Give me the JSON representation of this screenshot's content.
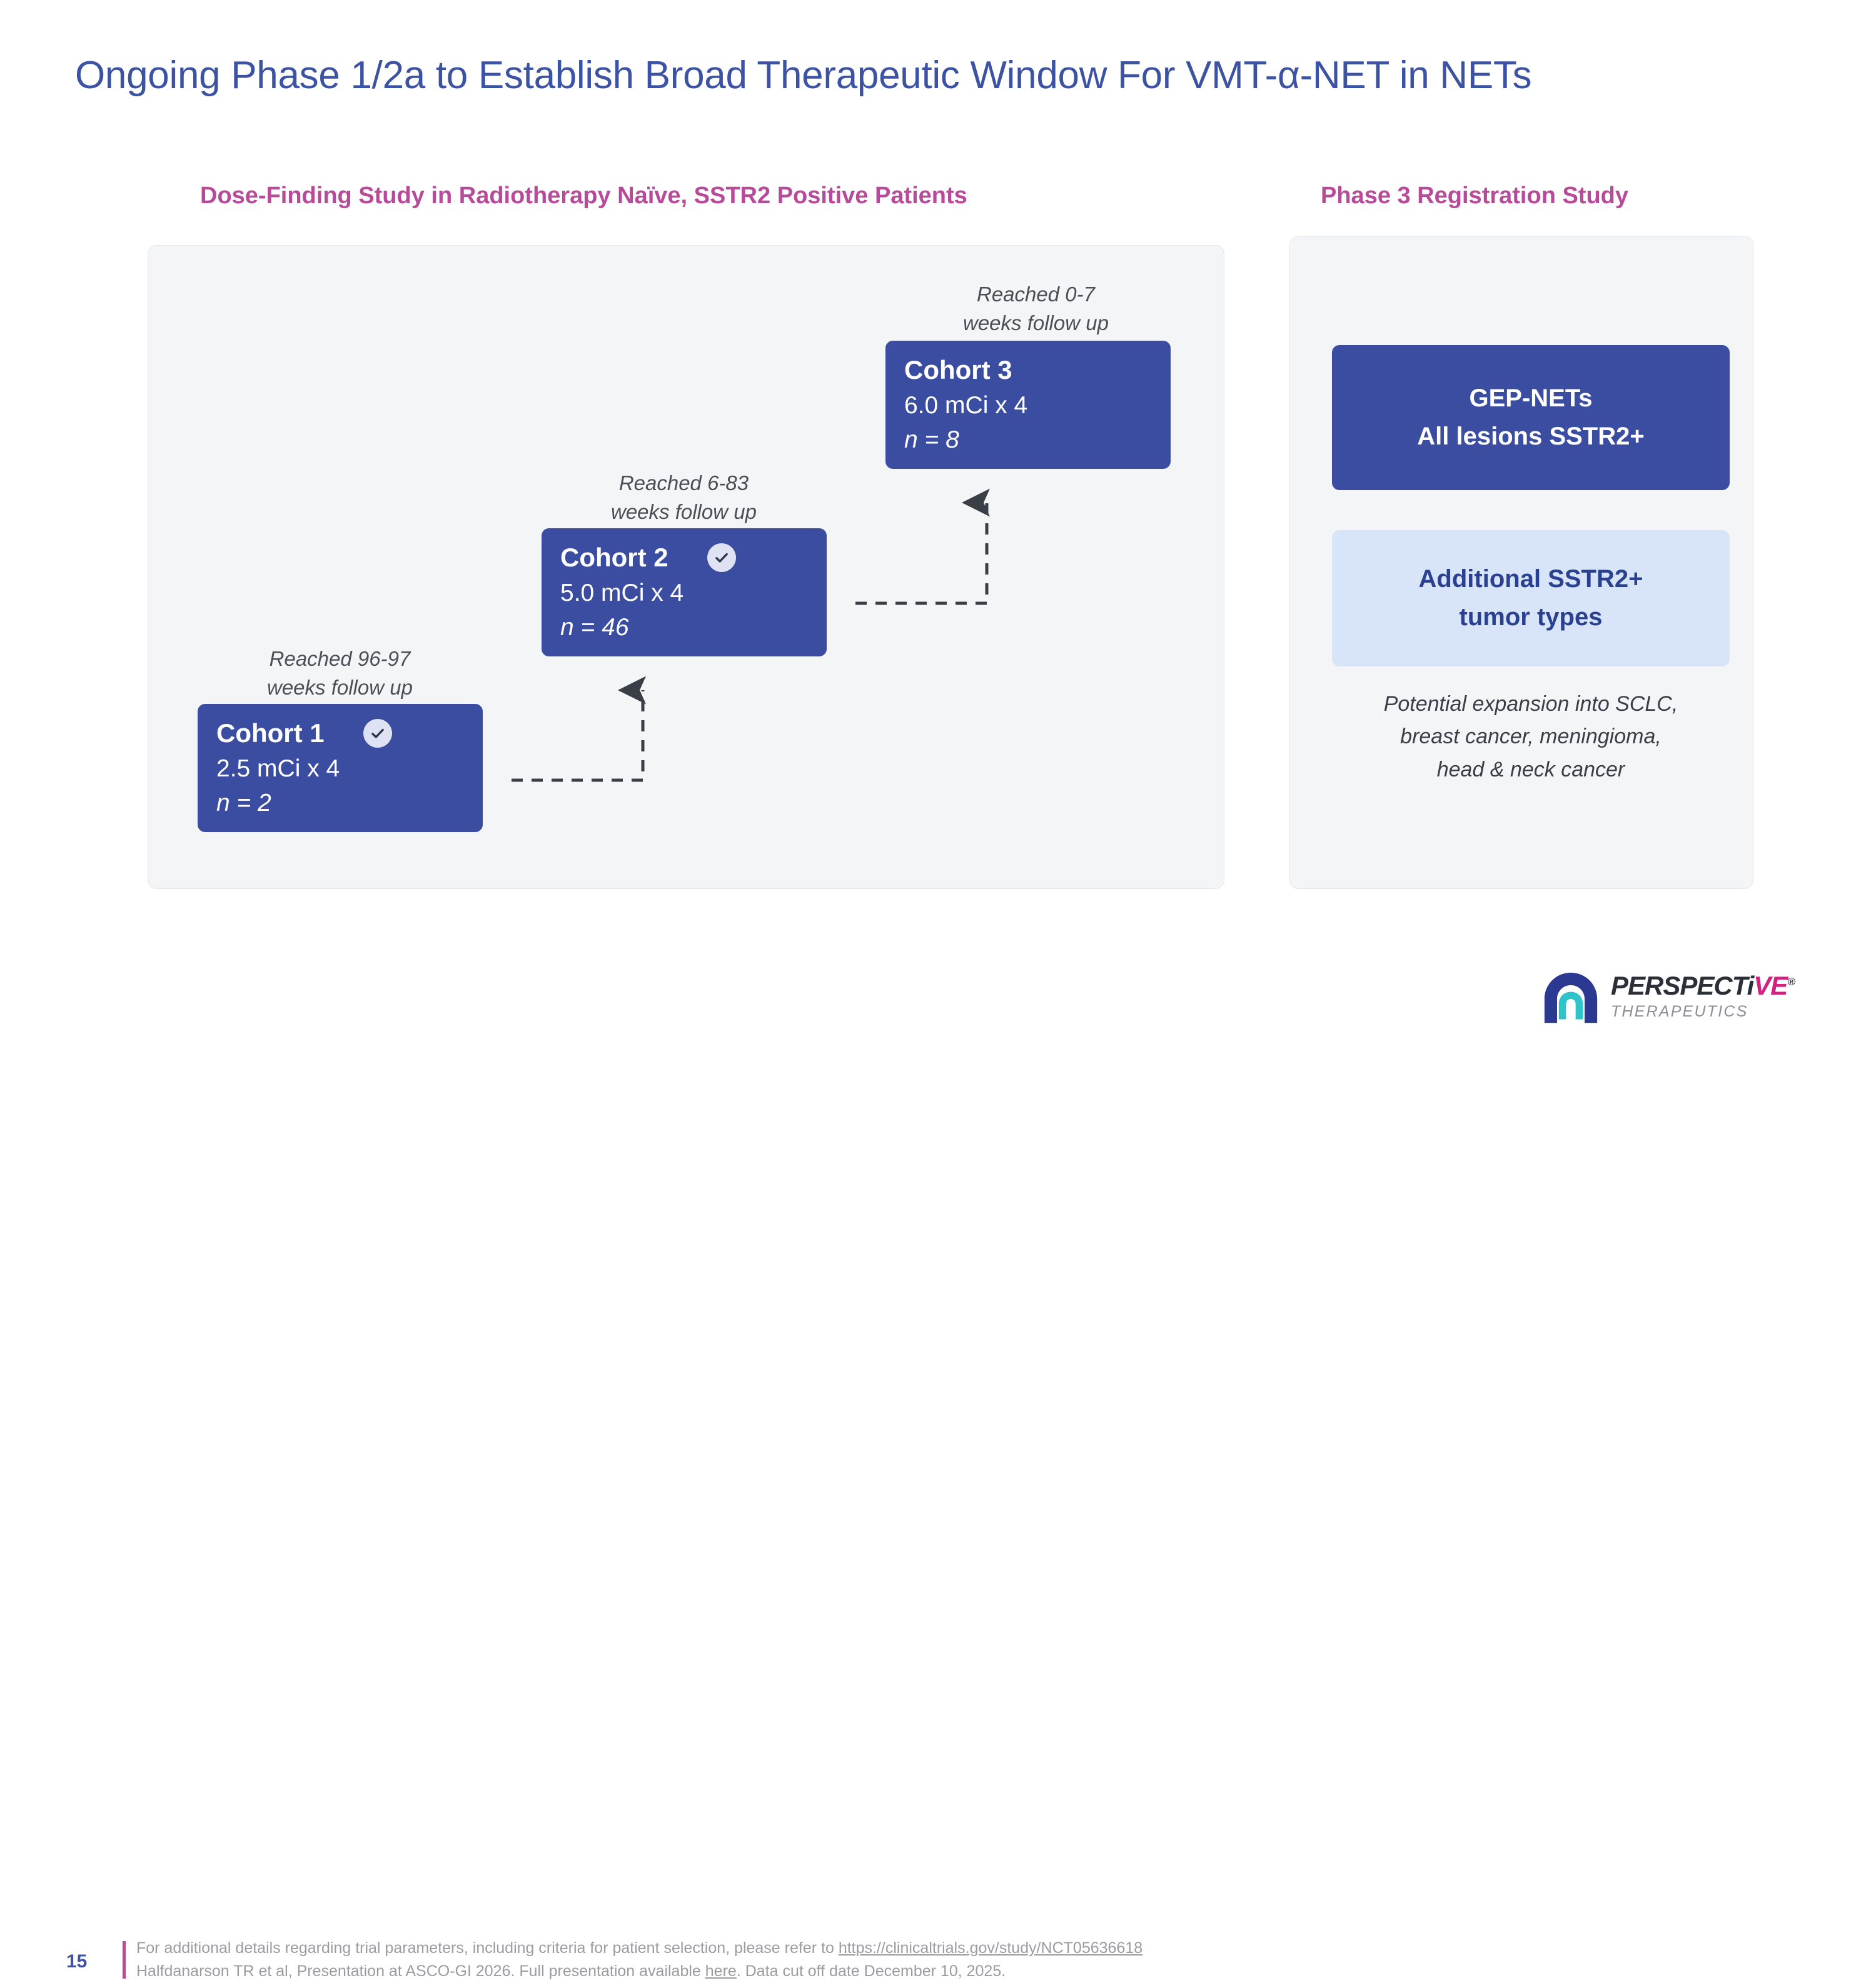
{
  "slide": {
    "title": "Ongoing Phase 1/2a to Establish Broad Therapeutic Window For VMT-α-NET in NETs",
    "page_number": "15"
  },
  "sections": {
    "left_header": "Dose-Finding Study in Radiotherapy Naïve, SSTR2 Positive Patients",
    "right_header": "Phase 3 Registration Study"
  },
  "cohorts": [
    {
      "followup_line1": "Reached 96-97",
      "followup_line2": "weeks follow up",
      "title": "Cohort 1",
      "dose": "2.5 mCi x 4",
      "n": "n = 2",
      "completed": true
    },
    {
      "followup_line1": "Reached 6-83",
      "followup_line2": "weeks follow up",
      "title": "Cohort 2",
      "dose": "5.0 mCi x 4",
      "n": "n = 46",
      "completed": true
    },
    {
      "followup_line1": "Reached 0-7",
      "followup_line2": "weeks follow up",
      "title": "Cohort 3",
      "dose": "6.0 mCi x 4",
      "n": "n = 8",
      "completed": false
    }
  ],
  "registration": {
    "primary_line1": "GEP-NETs",
    "primary_line2": "All lesions SSTR2+",
    "secondary_line1": "Additional SSTR2+",
    "secondary_line2": "tumor types",
    "note_line1": "Potential expansion into SCLC,",
    "note_line2": "breast cancer, meningioma,",
    "note_line3": "head & neck cancer"
  },
  "footer": {
    "line1_pre": "For additional details regarding trial parameters, including criteria for patient selection, please refer to ",
    "line1_link": "https://clinicaltrials.gov/study/NCT05636618",
    "line2_pre": "Halfdanarson TR et al, Presentation at ASCO-GI 2026. Full presentation available ",
    "line2_link": "here",
    "line2_post": ". Data cut off date December 10, 2025."
  },
  "logo": {
    "word_dark": "PERSPECTi",
    "word_magenta": "VE",
    "registered": "®",
    "subtitle": "THERAPEUTICS"
  },
  "colors": {
    "title_blue": "#3c53a4",
    "header_magenta": "#b84a9a",
    "cohort_blue": "#3a4da1",
    "secondary_blue": "#d8e4f8",
    "panel_gray": "#f4f5f7",
    "logo_magenta": "#d4207f"
  }
}
